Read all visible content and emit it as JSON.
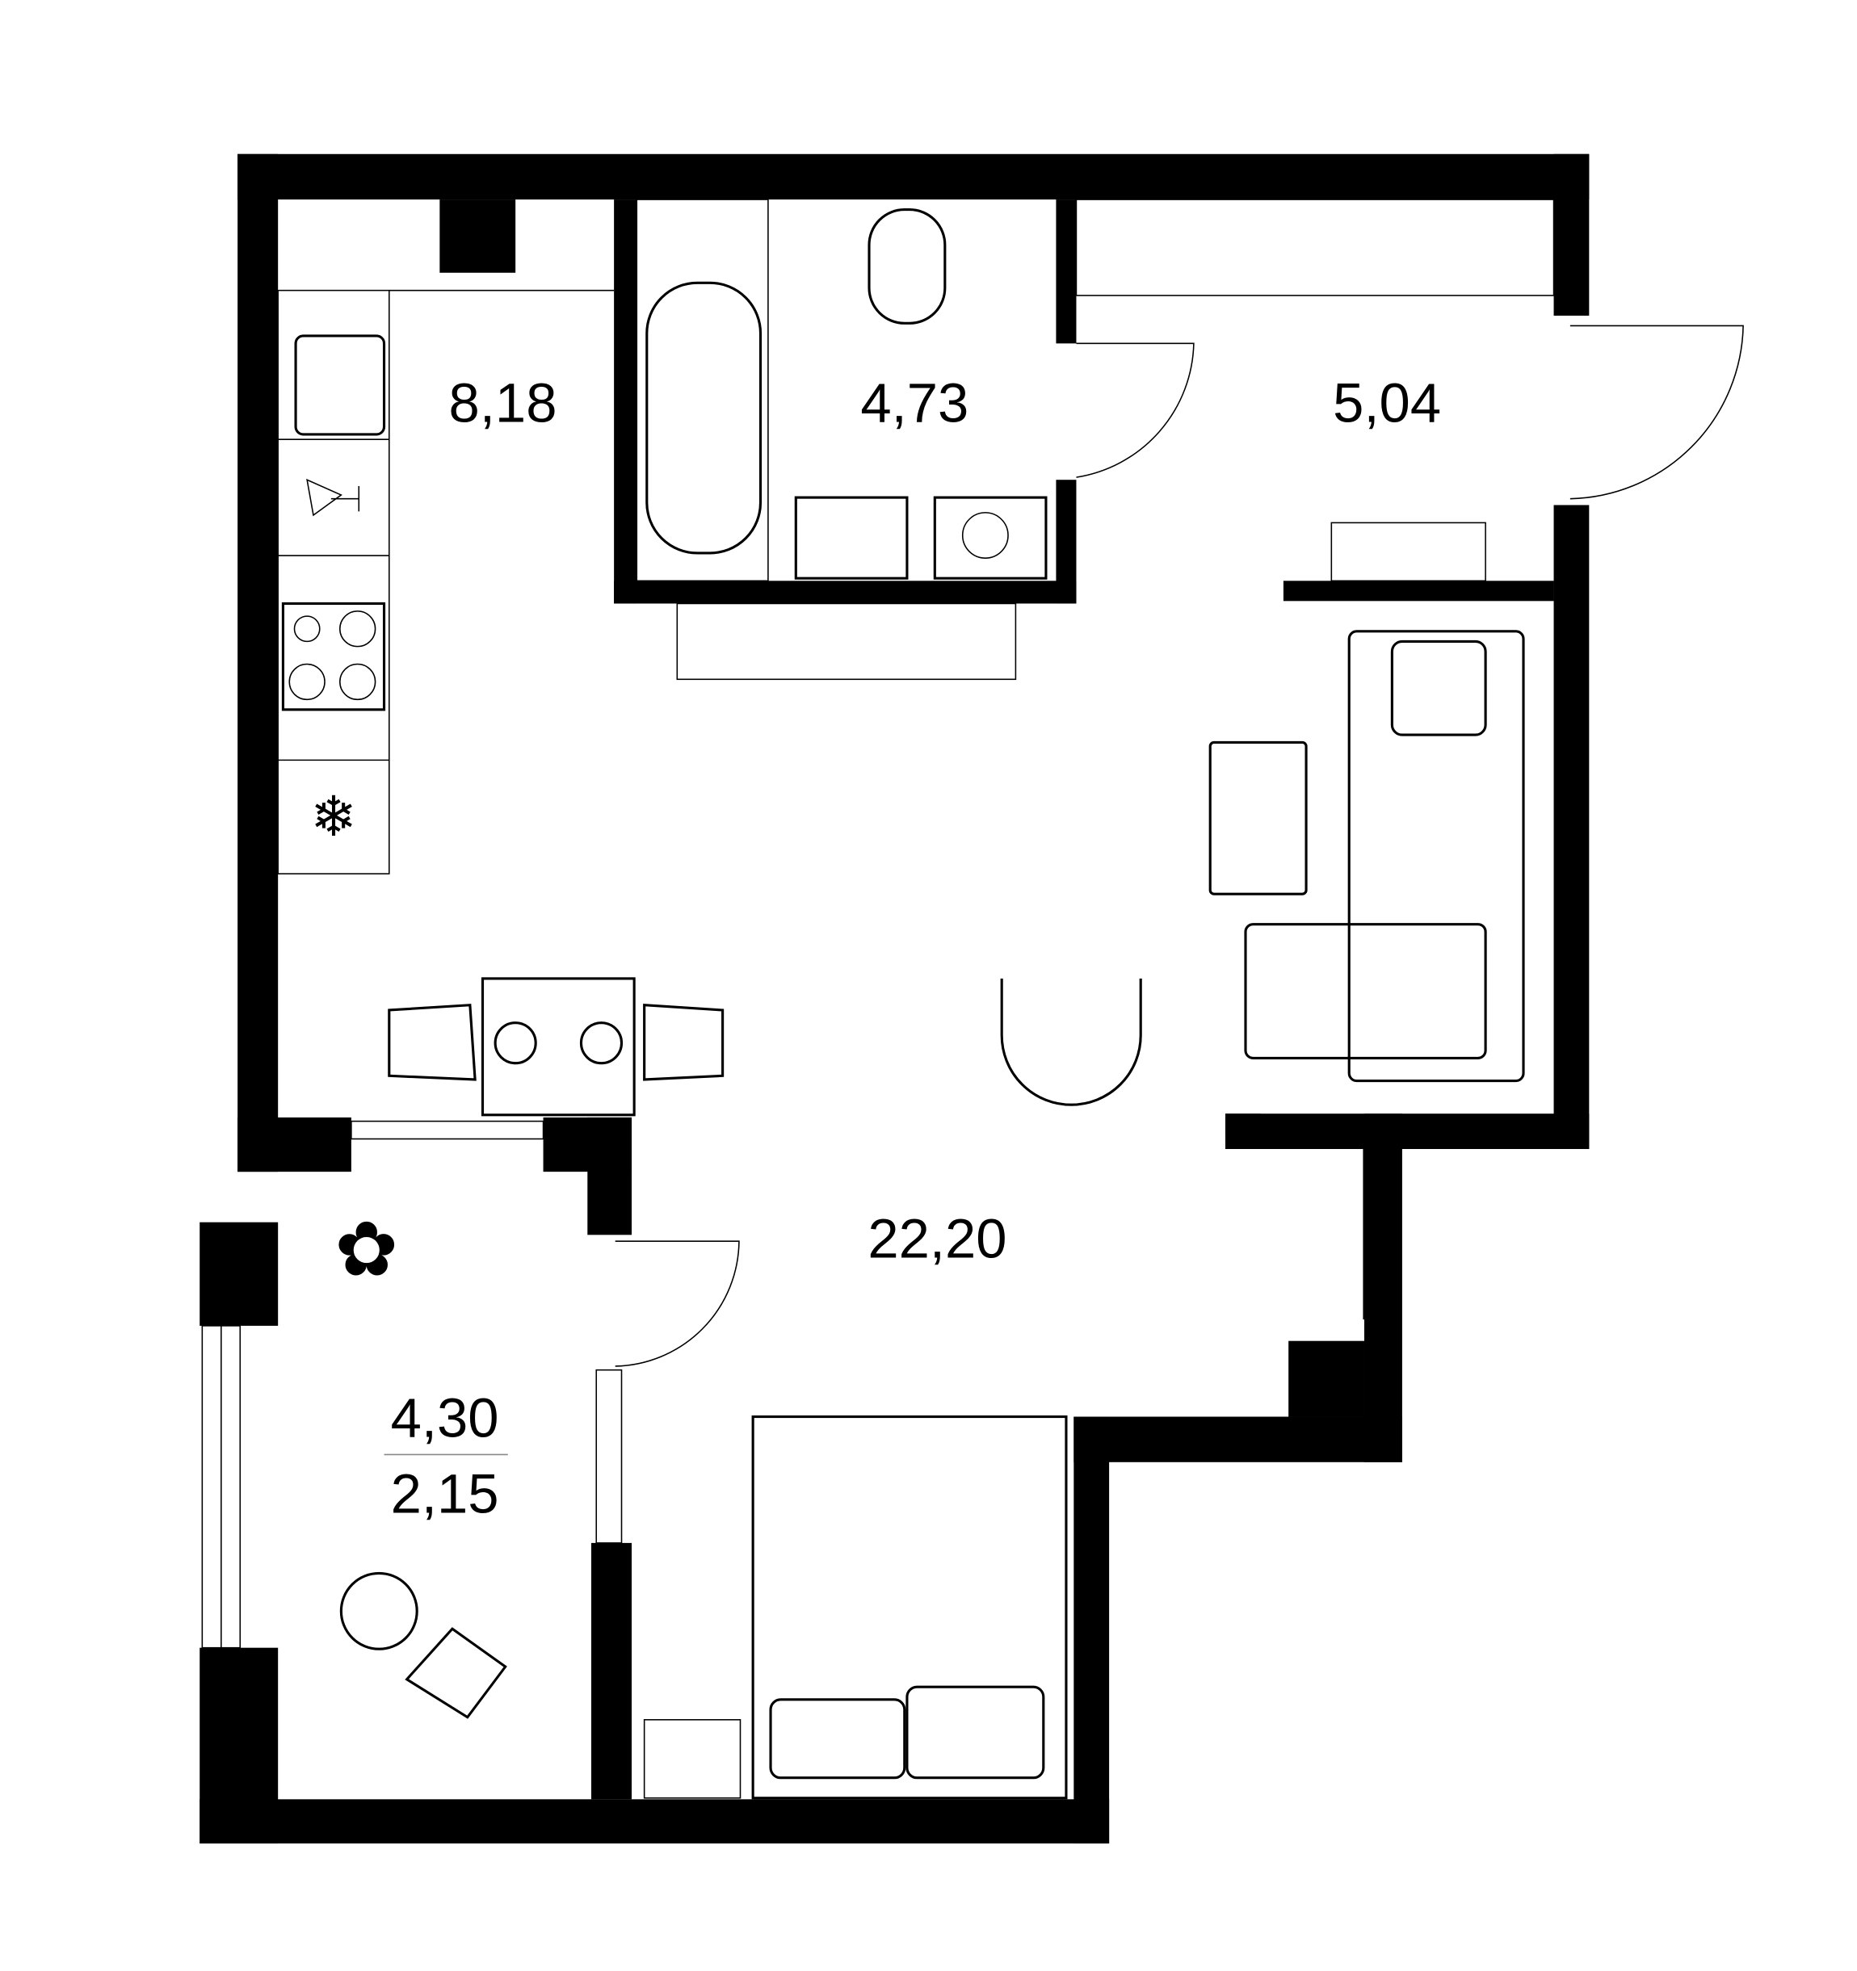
{
  "plan": {
    "rooms": [
      {
        "name": "kitchen",
        "area": "8,18"
      },
      {
        "name": "bathroom",
        "area": "4,73"
      },
      {
        "name": "hallway",
        "area": "5,04"
      },
      {
        "name": "living-room",
        "area": "22,20"
      },
      {
        "name": "balcony",
        "area": "4,30",
        "area_secondary": "2,15"
      }
    ],
    "colors": {
      "wall": "#000000",
      "background": "#ffffff"
    }
  }
}
